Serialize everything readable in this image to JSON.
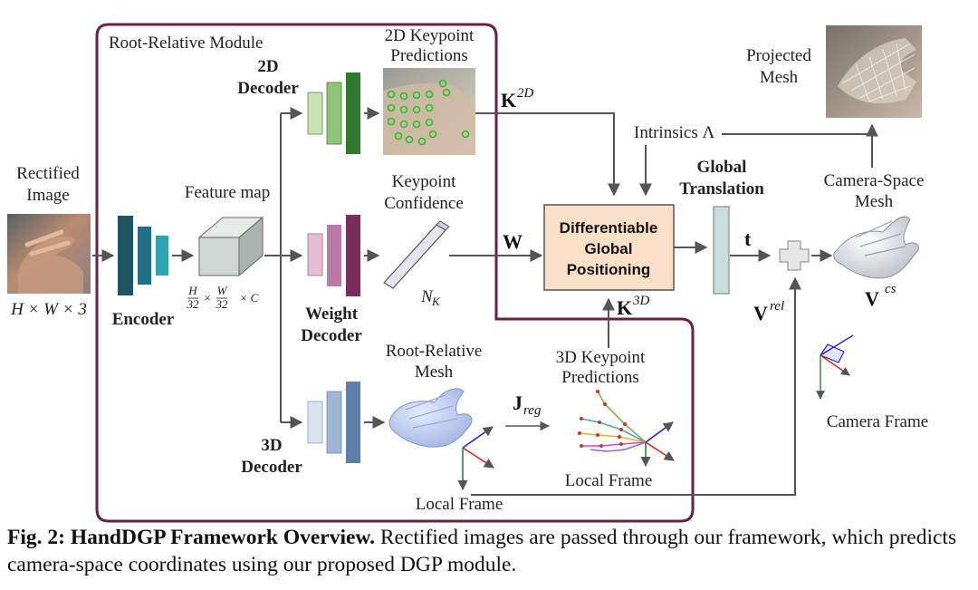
{
  "module_title": "Root-Relative Module",
  "input": {
    "title_line1": "Rectified",
    "title_line2": "Image",
    "size_label": "H × W × 3"
  },
  "encoder": {
    "label": "Encoder"
  },
  "feature_map": {
    "title": "Feature map",
    "dims_h": "H",
    "dims_h_den": "32",
    "dims_w": "W",
    "dims_w_den": "32",
    "dims_c": "× C",
    "times": "×"
  },
  "decoder_2d": {
    "line1": "2D",
    "line2": "Decoder"
  },
  "decoder_weight": {
    "line1": "Weight",
    "line2": "Decoder"
  },
  "decoder_3d": {
    "line1": "3D",
    "line2": "Decoder"
  },
  "kp2d": {
    "line1": "2D Keypoint",
    "line2": "Predictions"
  },
  "confidence": {
    "line1": "Keypoint",
    "line2": "Confidence",
    "nk": "N",
    "nk_sub": "K"
  },
  "mesh_rel": {
    "line1": "Root-Relative",
    "line2": "Mesh",
    "frame": "Local Frame"
  },
  "jreg": {
    "base": "J",
    "sub": "reg"
  },
  "kp3d": {
    "line1": "3D Keypoint",
    "line2": "Predictions",
    "frame": "Local Frame"
  },
  "symbols": {
    "k2d_base": "K",
    "k2d_sup": "2D",
    "w": "W",
    "k3d_base": "K",
    "k3d_sup": "3D",
    "t": "t",
    "vrel_base": "V",
    "vrel_sup": "rel",
    "vcs_base": "V",
    "vcs_sup": "cs"
  },
  "dgp": {
    "line1": "Differentiable",
    "line2": "Global",
    "line3": "Positioning"
  },
  "intrinsics": "Intrinsics Λ",
  "global_translation": {
    "line1": "Global",
    "line2": "Translation"
  },
  "projected_mesh": {
    "line1": "Projected",
    "line2": "Mesh"
  },
  "camera_space_mesh": {
    "line1": "Camera-Space",
    "line2": "Mesh"
  },
  "camera_frame": "Camera Frame",
  "caption": {
    "bold": "Fig. 2: HandDGP Framework Overview.",
    "text": " Rectified images are passed through our framework, which predicts camera-space coordinates using our proposed DGP module."
  },
  "colors": {
    "module_border": "#6b1f44",
    "encoder": [
      "#1d5566",
      "#1f6f87",
      "#2ba3b7"
    ],
    "decoder_2d": [
      "#c7e2b3",
      "#8fc47a",
      "#2f7a30"
    ],
    "decoder_weight": [
      "#e6bfd4",
      "#b97aa3",
      "#7a2d5d"
    ],
    "decoder_3d": [
      "#d9e4f1",
      "#9fb6d4",
      "#5c7fa8"
    ],
    "dgp_fill": "#fbe0c8",
    "translation_bar": "#c9dedd",
    "arrow": "#555555"
  }
}
